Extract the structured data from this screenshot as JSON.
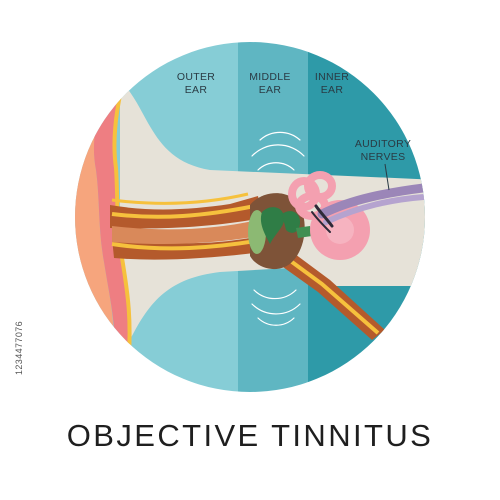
{
  "title": "OBJECTIVE TINNITUS",
  "stock_id": "1234477076",
  "regions": {
    "outer_ear": [
      "OUTER",
      "EAR"
    ],
    "middle_ear": [
      "MIDDLE",
      "EAR"
    ],
    "inner_ear": [
      "INNER",
      "EAR"
    ]
  },
  "annotation": {
    "auditory_nerves": [
      "AUDITORY",
      "NERVES"
    ]
  },
  "colors": {
    "outer_band": "#86cdd6",
    "middle_band": "#5fb6c2",
    "inner_band": "#2e9aa8",
    "skin": "#f6a57d",
    "cartilage": "#ee7e82",
    "canal_wall": "#b45a2c",
    "canal_lining": "#f6c13d",
    "ossicles": "#2f7d46",
    "cochlea": "#f4a0b0",
    "nerves": "#9b86b8",
    "bone": "#e6e2d8",
    "title": "#1f1f1f"
  }
}
